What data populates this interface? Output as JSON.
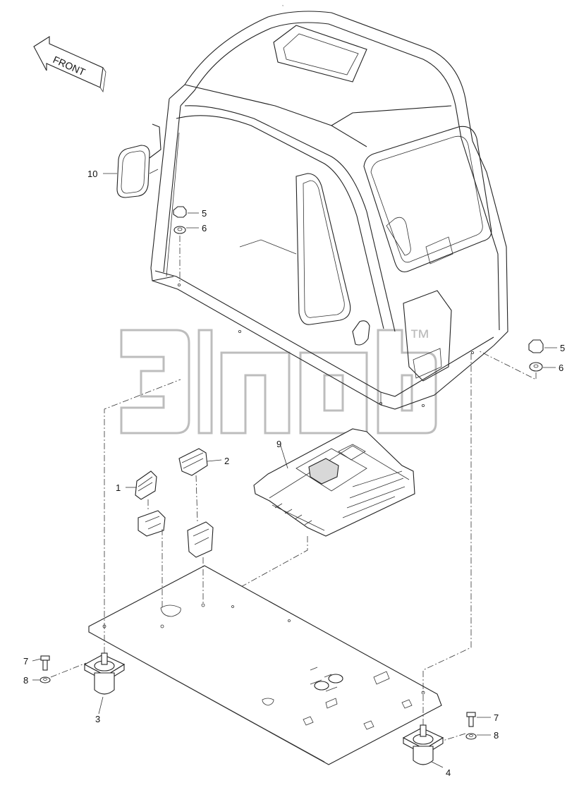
{
  "direction_label": "FRONT",
  "watermark_text": "™",
  "top_mark": "≈",
  "callouts": {
    "c1": "1",
    "c2": "2",
    "c3": "3",
    "c4": "4",
    "c5a": "5",
    "c5b": "5",
    "c6a": "6",
    "c6b": "6",
    "c7a": "7",
    "c7b": "7",
    "c8a": "8",
    "c8b": "8",
    "c9": "9",
    "c10": "10"
  },
  "colors": {
    "line": "#222222",
    "watermark": "#bdbdbd",
    "background": "#ffffff"
  }
}
